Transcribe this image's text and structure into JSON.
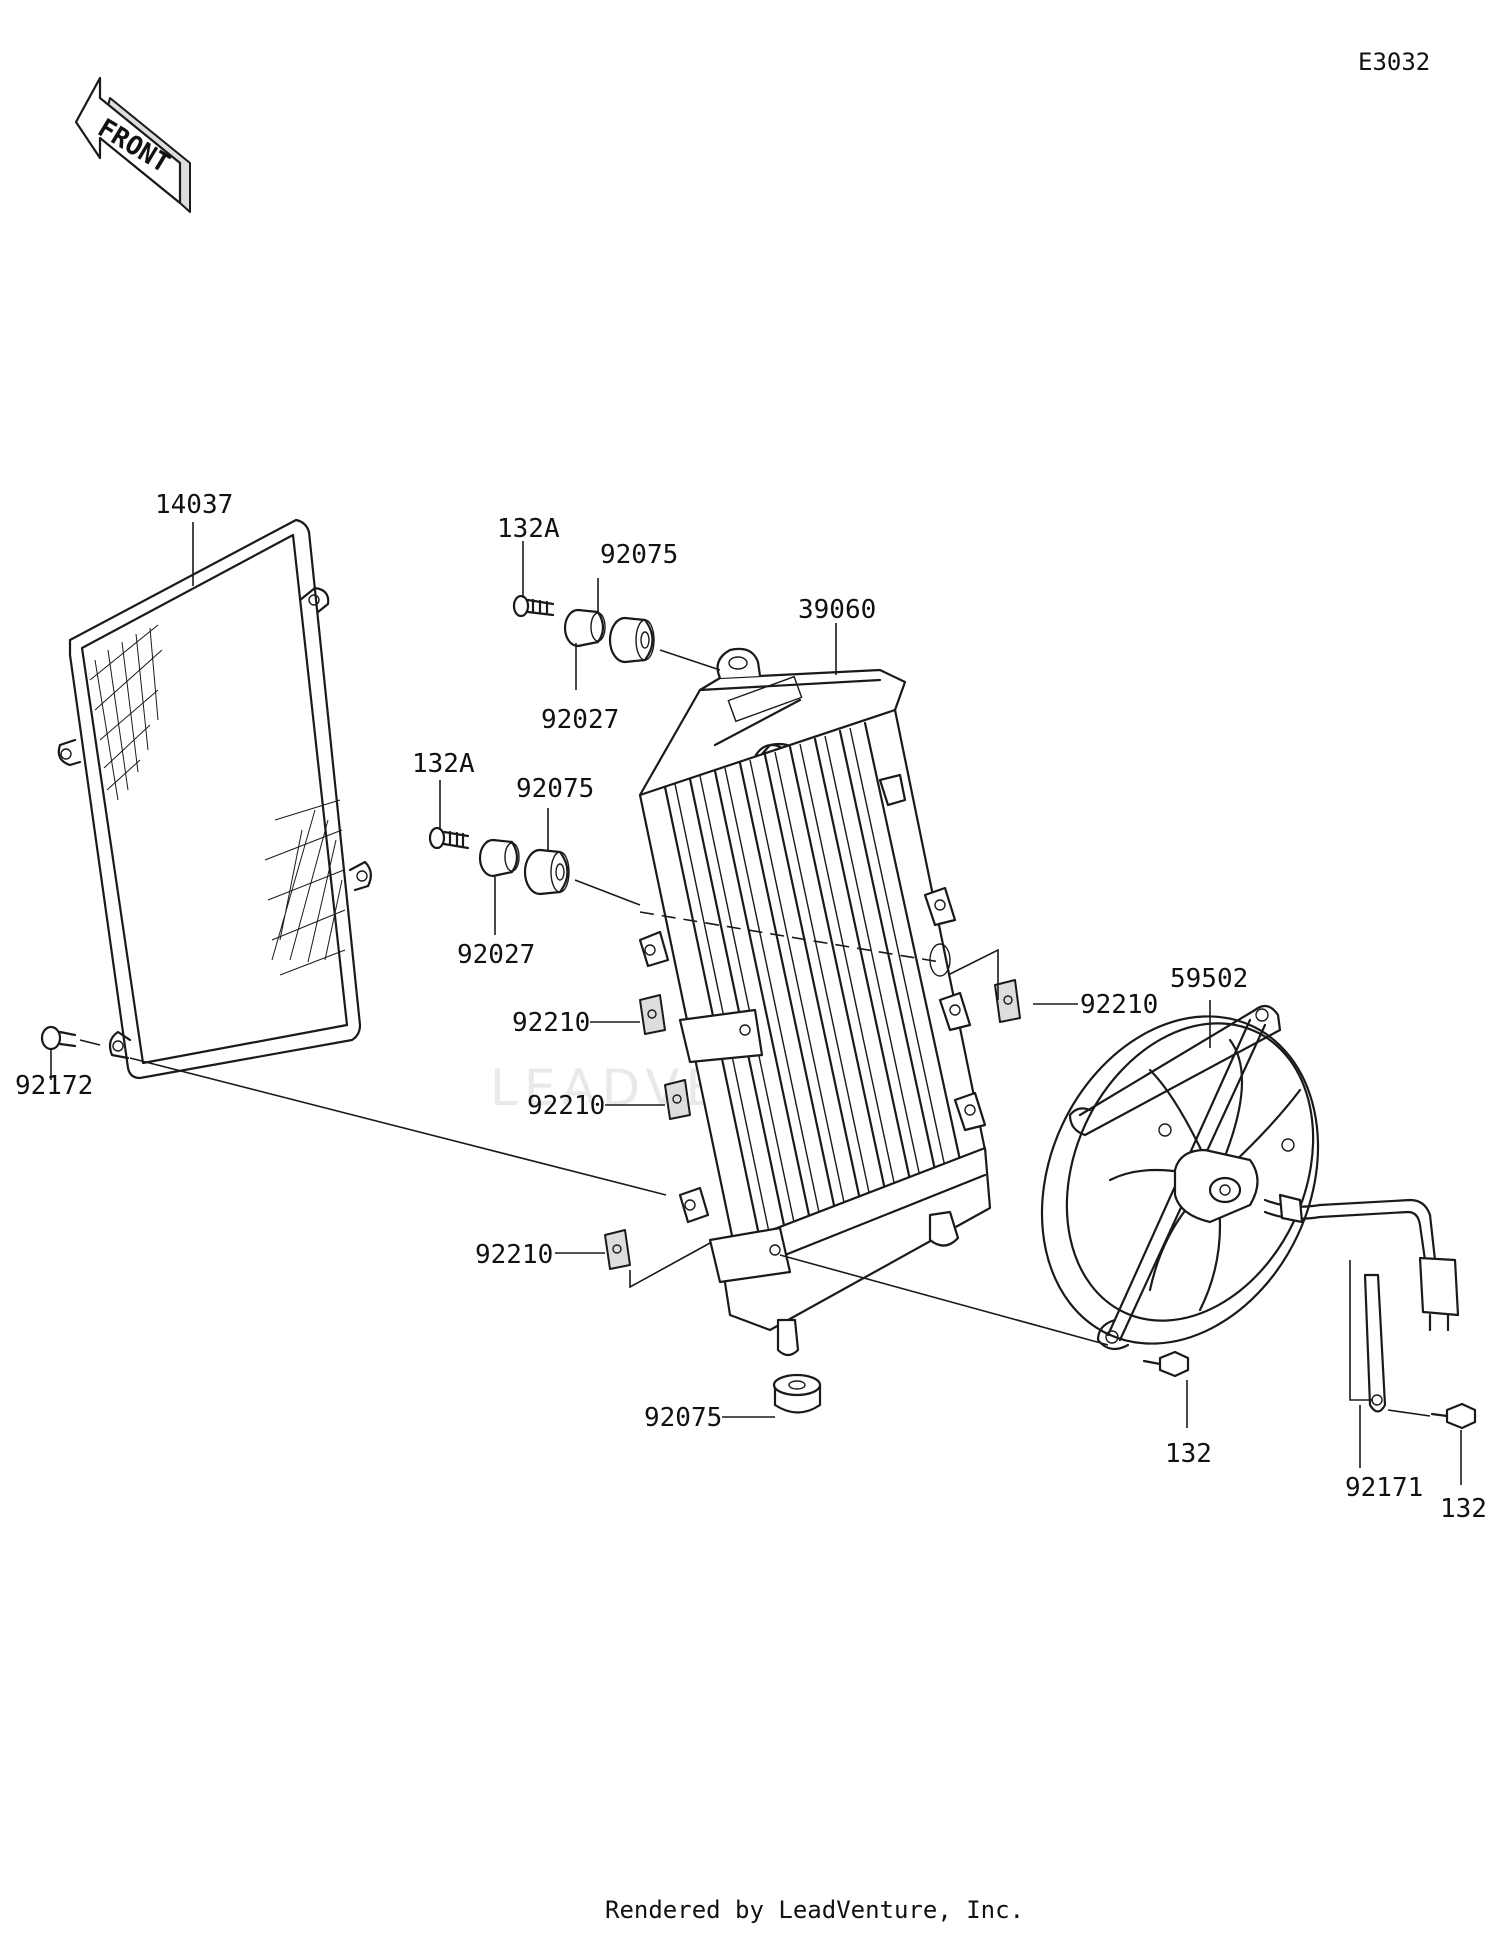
{
  "diagram_code": "E3032",
  "front_label": "FRONT",
  "watermark": "LEADVENTURE",
  "footer": "Rendered by LeadVenture, Inc.",
  "parts": {
    "screen": "14037",
    "radiator": "39060",
    "fan": "59502",
    "bolt_upper": "132A",
    "bolt_middle": "132A",
    "grommet_upper": "92075",
    "grommet_middle": "92075",
    "grommet_bottom": "92075",
    "collar_upper": "92027",
    "collar_middle": "92027",
    "clip_right": "92210",
    "clip_left_1": "92210",
    "clip_left_2": "92210",
    "clip_left_3": "92210",
    "screen_bolt": "92172",
    "fan_bolt": "132",
    "clamp": "92171",
    "clamp_bolt": "132"
  }
}
